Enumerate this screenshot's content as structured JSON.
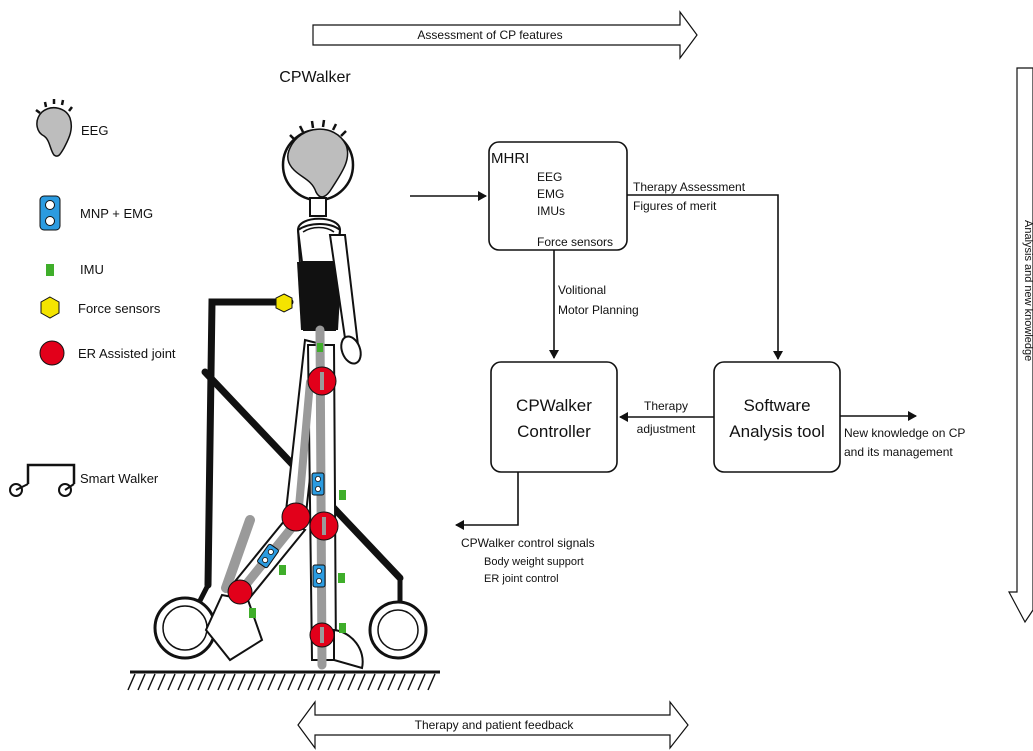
{
  "top_arrow_label": "Assessment of CP features",
  "bottom_arrow_label": "Therapy and patient feedback",
  "right_arrow_label": "Analysis and new knowledge",
  "device_title": "CPWalker",
  "legend": [
    {
      "icon": "eeg-cap-icon",
      "label": "EEG"
    },
    {
      "icon": "mnp-emg-sensor-icon",
      "label": "MNP + EMG"
    },
    {
      "icon": "imu-icon",
      "label": "IMU"
    },
    {
      "icon": "force-sensor-icon",
      "label": "Force sensors"
    },
    {
      "icon": "assisted-joint-icon",
      "label": "ER Assisted joint"
    },
    {
      "icon": "smart-walker-icon",
      "label": "Smart Walker"
    }
  ],
  "mhri": {
    "title": "MHRI",
    "items": [
      "EEG",
      "EMG",
      "IMUs",
      "Force sensors"
    ]
  },
  "controller": {
    "line1": "CPWalker",
    "line2": "Controller"
  },
  "software": {
    "line1": "Software",
    "line2": "Analysis tool"
  },
  "labels": {
    "therapy_assessment": "Therapy Assessment",
    "figures_of_merit": "Figures of merit",
    "volitional": "Volitional",
    "motor_planning": "Motor Planning",
    "therapy": "Therapy",
    "adjustment": "adjustment",
    "new_knowledge_1": "New knowledge on CP",
    "new_knowledge_2": "and its management",
    "control_signals": "CPWalker control signals",
    "body_weight_support": "Body weight support",
    "er_joint_control": "ER joint control"
  },
  "colors": {
    "joint_red": "#e2001a",
    "sensor_blue": "#2b9be0",
    "imu_green": "#3fae2a",
    "force_yellow": "#f4e400",
    "eeg_gray": "#bdbdbd",
    "body_gray": "#9a9a9a"
  }
}
